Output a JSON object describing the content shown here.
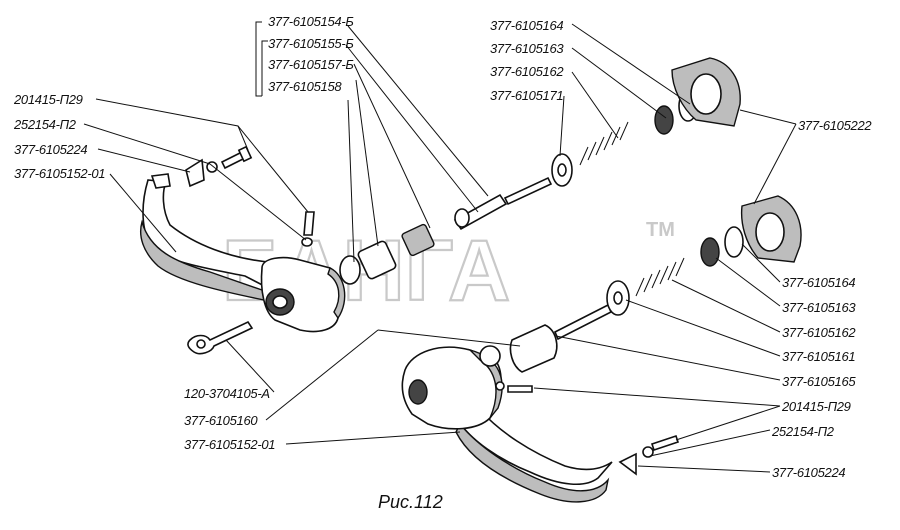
{
  "figure": {
    "caption": "Рис.112"
  },
  "watermark": {
    "brand": "БАНГА",
    "mark": "TM"
  },
  "labels": {
    "lock_group_top": [
      "377-6105154-Б",
      "377-6105155-Б",
      "377-6105157-Б",
      "377-6105158"
    ],
    "upper_right": [
      "377-6105164",
      "377-6105163",
      "377-6105162",
      "377-6105171"
    ],
    "gasket_right": "377-6105222",
    "upper_left": [
      "201415-П29",
      "252154-П2",
      "377-6105224",
      "377-6105152-01"
    ],
    "lower_right": [
      "377-6105164",
      "377-6105163",
      "377-6105162",
      "377-6105161",
      "377-6105165",
      "201415-П29",
      "252154-П2",
      "377-6105224"
    ],
    "lower_left": [
      "120-3704105-А",
      "377-6105160",
      "377-6105152-01"
    ]
  }
}
